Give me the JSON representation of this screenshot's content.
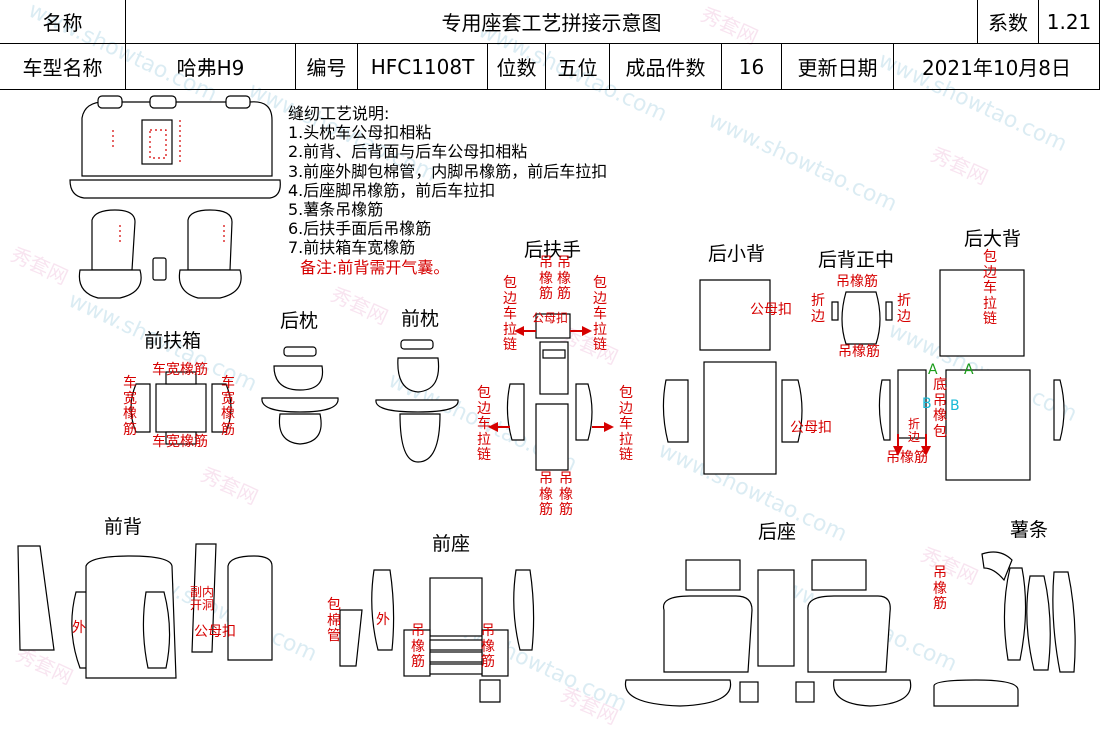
{
  "header": {
    "name_label": "名称",
    "title": "专用座套工艺拼接示意图",
    "coef_label": "系数",
    "coef_value": "1.21",
    "model_label": "车型名称",
    "model_value": "哈弗H9",
    "code_label": "编号",
    "code_value": "HFC1108T",
    "seats_label": "位数",
    "seats_value": "五位",
    "pieces_label": "成品件数",
    "pieces_value": "16",
    "date_label": "更新日期",
    "date_value": "2021年10月8日"
  },
  "notes": {
    "title": "缝纫工艺说明:",
    "items": [
      "1.头枕车公母扣相粘",
      "2.前背、后背面与后车公母扣相粘",
      "3.前座外脚包棉管，内脚吊橡筋，前后车拉扣",
      "4.后座脚吊橡筋，前后车拉扣",
      "5.薯条吊橡筋",
      "6.后扶手面后吊橡筋",
      "7.前扶箱车宽橡筋"
    ],
    "remark": "备注:前背需开气囊。"
  },
  "sections": {
    "front_armbox": "前扶箱",
    "rear_pillow": "后枕",
    "front_pillow": "前枕",
    "rear_armrest": "后扶手",
    "rear_small_back": "后小背",
    "rear_back_center": "后背正中",
    "rear_big_back": "后大背",
    "front_back": "前背",
    "front_seat": "前座",
    "rear_seat": "后座",
    "fries": "薯条"
  },
  "annotations": {
    "wide_elastic": "车宽橡筋",
    "hang_elastic": "吊橡筋",
    "zipper_edge": "包边车拉链",
    "snap": "公母扣",
    "fold_edge": "折边",
    "bottom_hang": "底吊橡包",
    "inner_opening": "副内开洞",
    "outer": "外",
    "cotton_tube": "包棉管",
    "mark_a": "A",
    "mark_b": "B"
  },
  "watermark": {
    "site": "www.showtao.com",
    "brand": "秀套网"
  },
  "colors": {
    "annotation": "#d60000",
    "mark_a": "#1a9c1a",
    "mark_b": "#17b9d6"
  }
}
